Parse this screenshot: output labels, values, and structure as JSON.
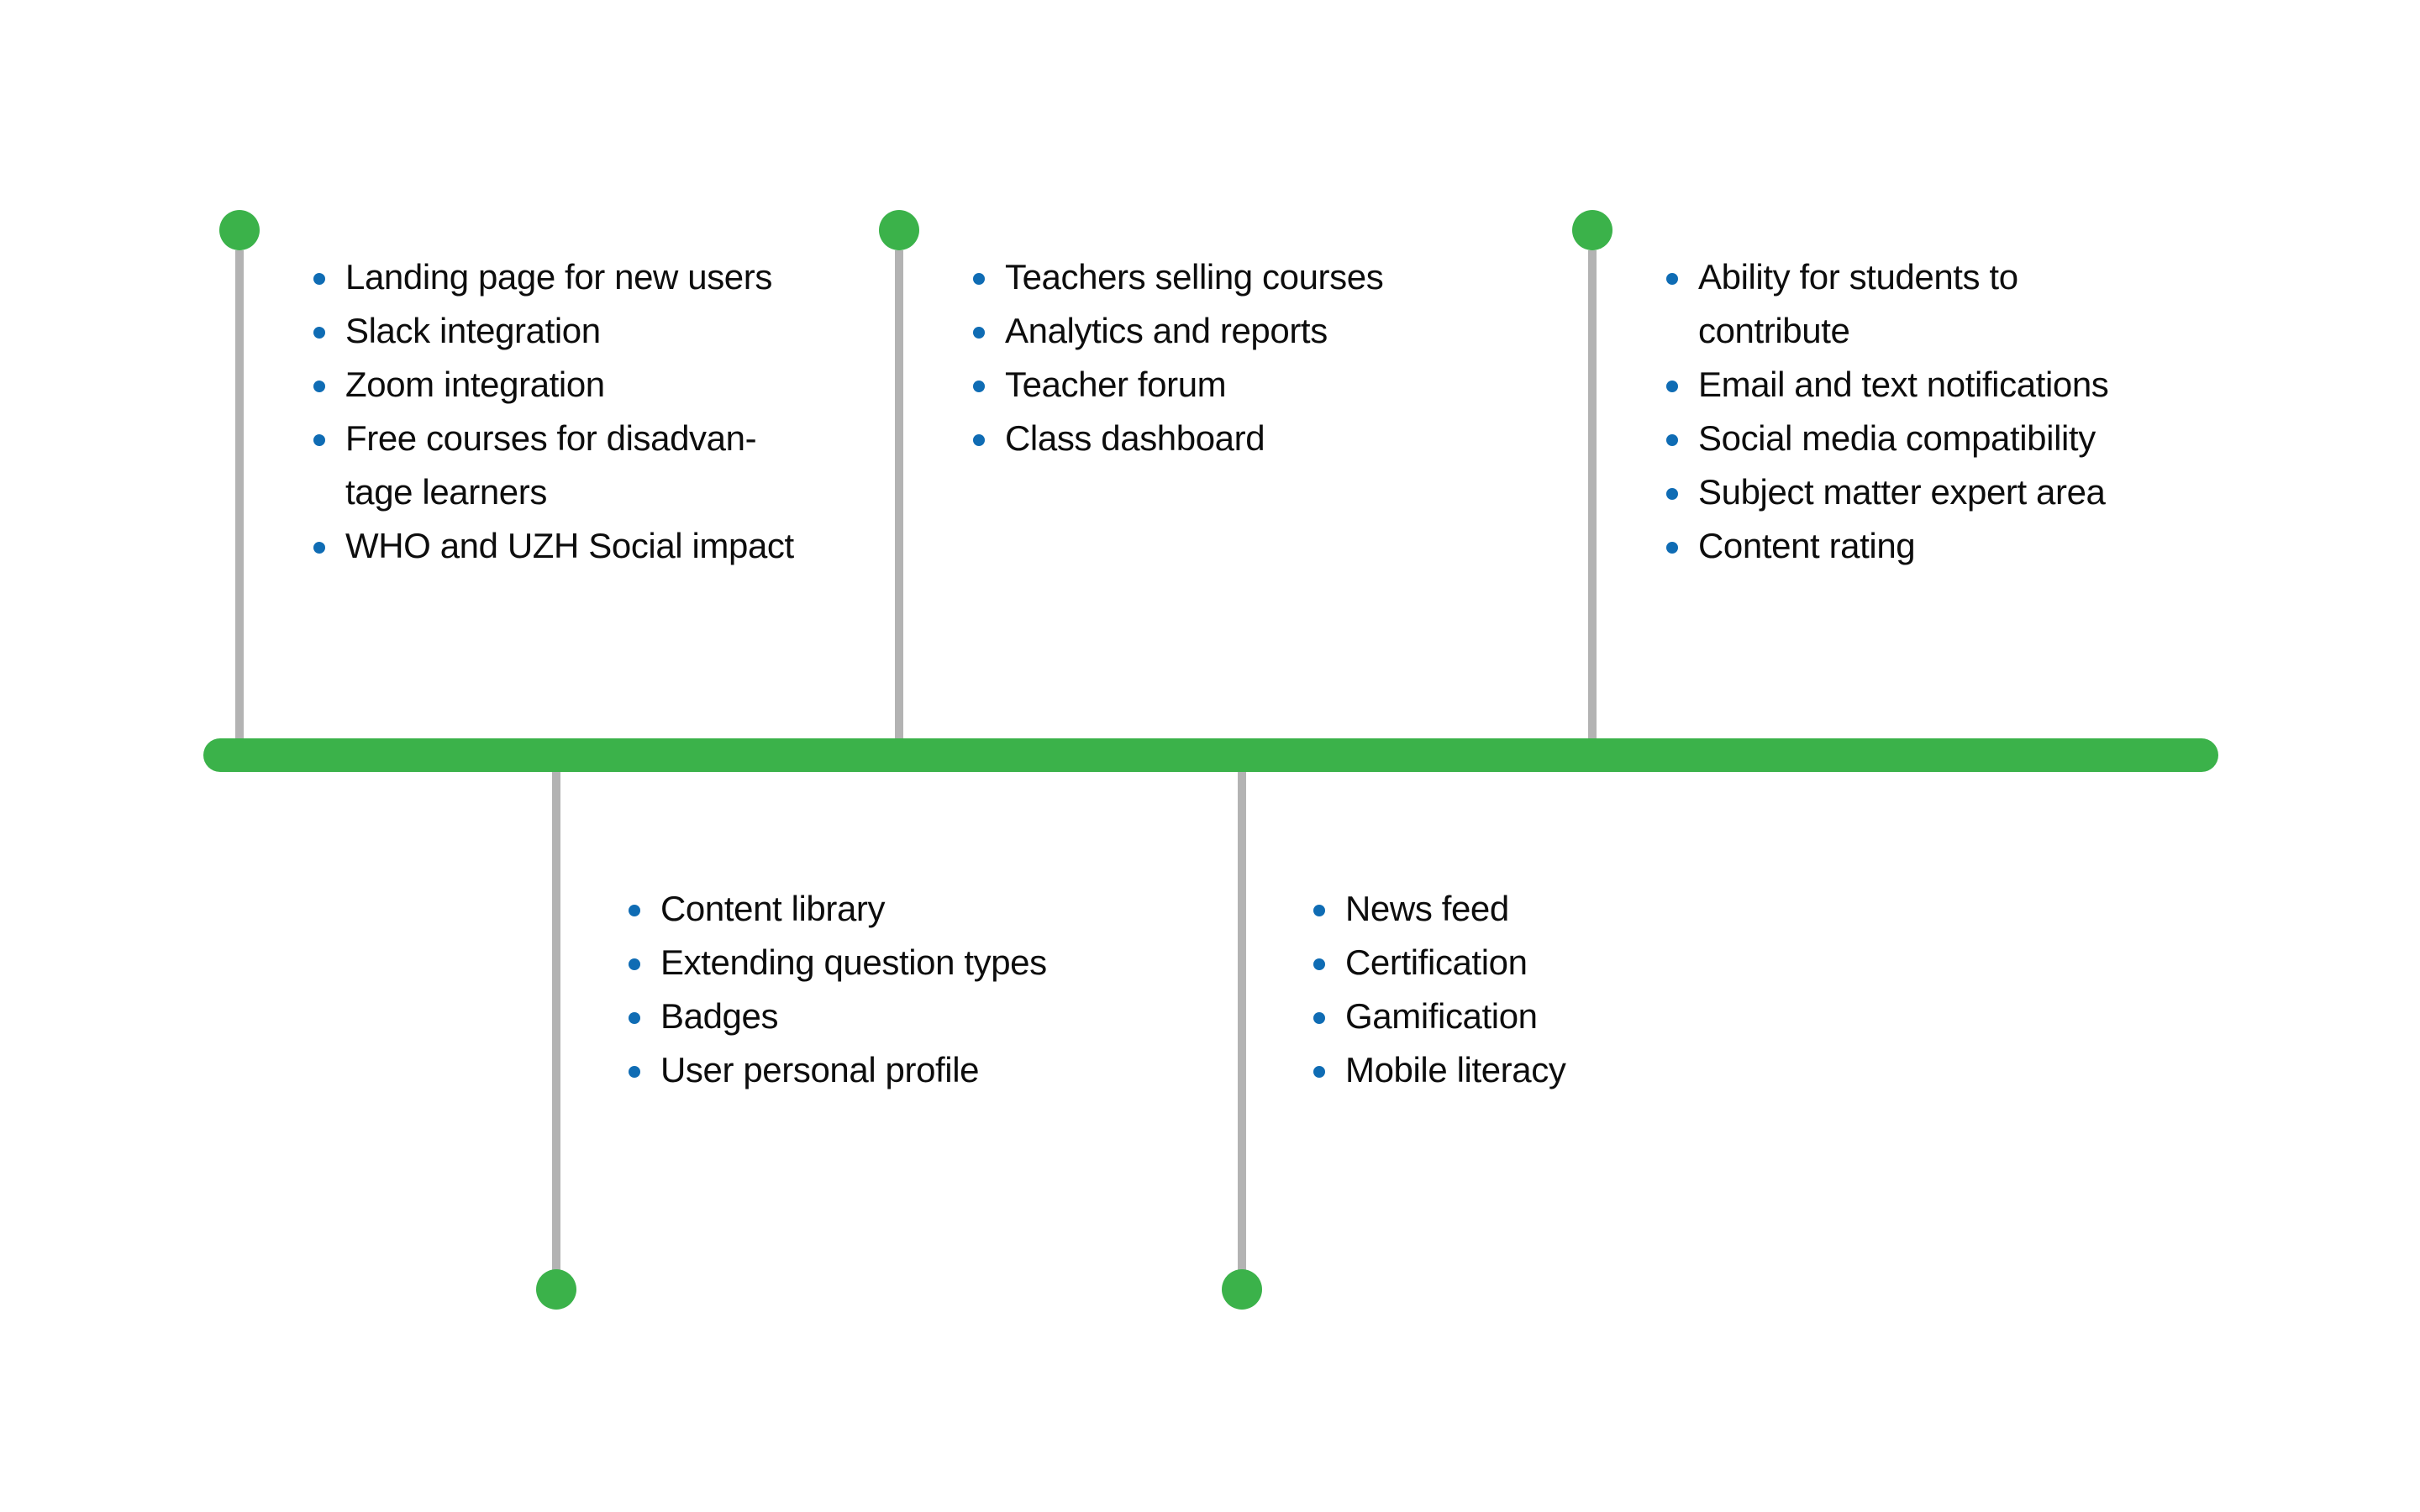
{
  "diagram": {
    "type": "horizontal-timeline-roadmap",
    "colors": {
      "timeline_bar": "#3BB24A",
      "marker": "#3BB24A",
      "stem": "#B3B3B3",
      "bullet": "#0F6CB4",
      "text": "#0D0D0D",
      "background": "#FFFFFF"
    }
  },
  "branches": {
    "top": [
      {
        "id": "top-1",
        "items": [
          "Landing page for new users",
          "Slack integration",
          "Zoom integration",
          "Free courses for disadvan-\ntage learners",
          "WHO and UZH Social impact"
        ]
      },
      {
        "id": "top-2",
        "items": [
          "Teachers selling courses",
          "Analytics and reports",
          "Teacher forum",
          "Class dashboard"
        ]
      },
      {
        "id": "top-3",
        "items": [
          "Ability for students to\ncontribute",
          "Email and text notifications",
          "Social media compatibility",
          "Subject matter expert area",
          "Content rating"
        ]
      }
    ],
    "bottom": [
      {
        "id": "bottom-1",
        "items": [
          "Content library",
          "Extending question types",
          "Badges",
          "User personal profile"
        ]
      },
      {
        "id": "bottom-2",
        "items": [
          "News feed",
          "Certification",
          "Gamification",
          "Mobile literacy"
        ]
      }
    ]
  }
}
